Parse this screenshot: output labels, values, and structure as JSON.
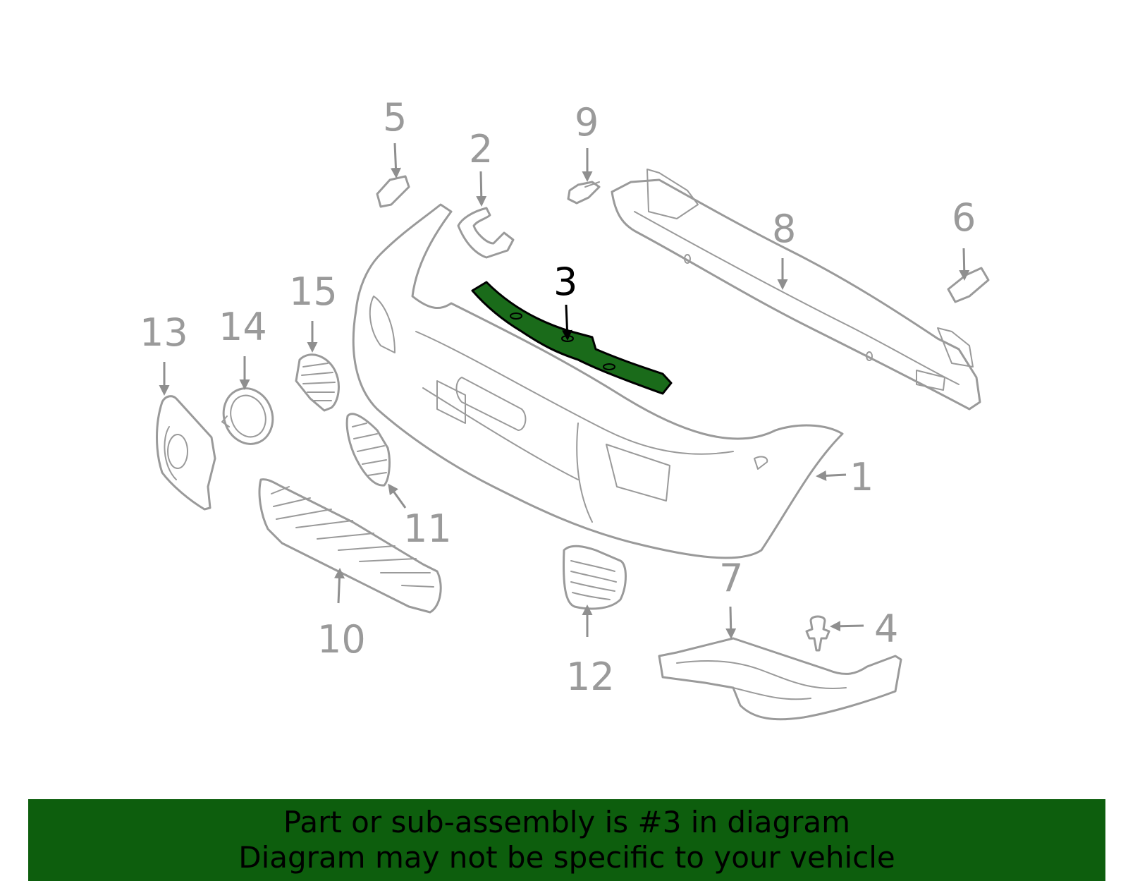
{
  "diagram": {
    "selected_part": "3",
    "callouts": {
      "c1": "1",
      "c2": "2",
      "c3": "3",
      "c4": "4",
      "c5": "5",
      "c6": "6",
      "c7": "7",
      "c8": "8",
      "c9": "9",
      "c10": "10",
      "c11": "11",
      "c12": "12",
      "c13": "13",
      "c14": "14",
      "c15": "15"
    },
    "colors": {
      "part_outline": "#9a9a9a",
      "highlight_fill": "#1a6b1a",
      "highlight_outline": "#000000",
      "banner_background": "#0d5e0d"
    }
  },
  "banner": {
    "line1": "Part or sub-assembly is #3 in diagram",
    "line2": "Diagram may not be specific to your vehicle"
  }
}
